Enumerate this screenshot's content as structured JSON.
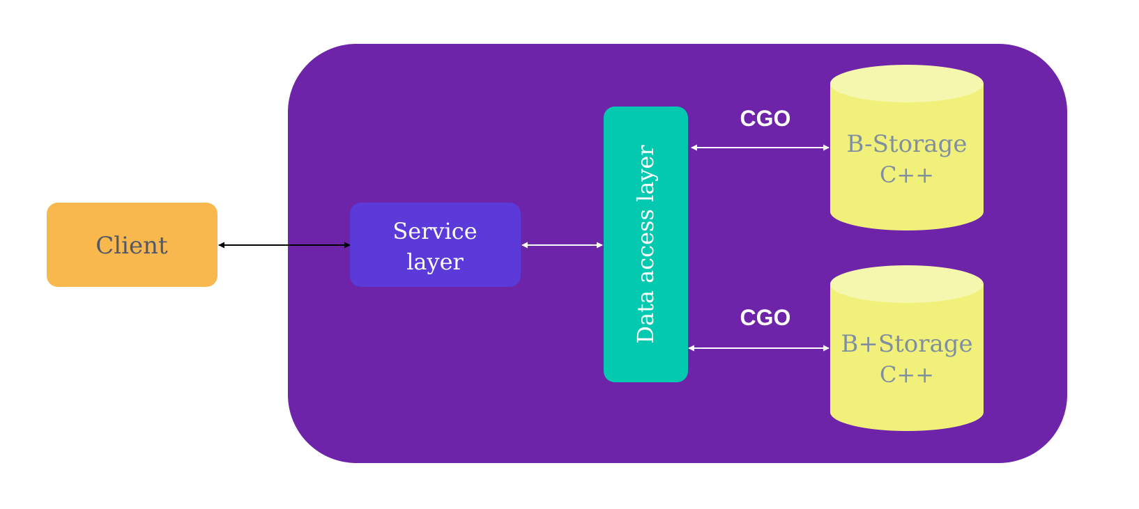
{
  "nodes": {
    "client": {
      "label": "Client"
    },
    "service": {
      "line1": "Service",
      "line2": "layer"
    },
    "data_access": {
      "label": "Data access layer"
    },
    "storage_b": {
      "line1": "B-Storage",
      "line2": "C++"
    },
    "storage_bplus": {
      "line1": "B+Storage",
      "line2": "C++"
    }
  },
  "edges": {
    "cgo_top": {
      "label": "CGO"
    },
    "cgo_bottom": {
      "label": "CGO"
    }
  },
  "colors": {
    "container": "#6e24a8",
    "client": "#f8b84e",
    "client_text": "#525868",
    "service": "#5c3ad9",
    "data_access": "#03c9b0",
    "cylinder_body": "#f1f07b",
    "cylinder_top": "#f6f7ae",
    "cylinder_text": "#7f8fa0",
    "white": "#ffffff",
    "arrow_dark": "#000000"
  }
}
